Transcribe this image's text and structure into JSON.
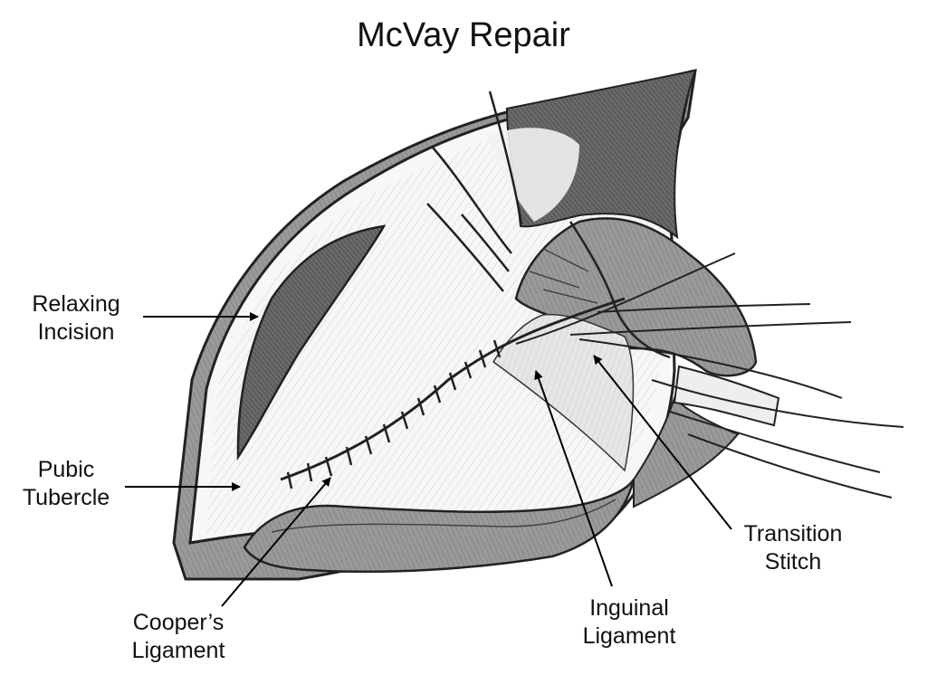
{
  "title": "McVay Repair",
  "labels": {
    "relaxing_incision": [
      "Relaxing",
      "Incision"
    ],
    "pubic_tubercle": [
      "Pubic",
      "Tubercle"
    ],
    "coopers_ligament": [
      "Cooper’s",
      "Ligament"
    ],
    "inguinal_ligament": [
      "Inguinal",
      "Ligament"
    ],
    "transition_stitch": [
      "Transition",
      "Stitch"
    ]
  }
}
